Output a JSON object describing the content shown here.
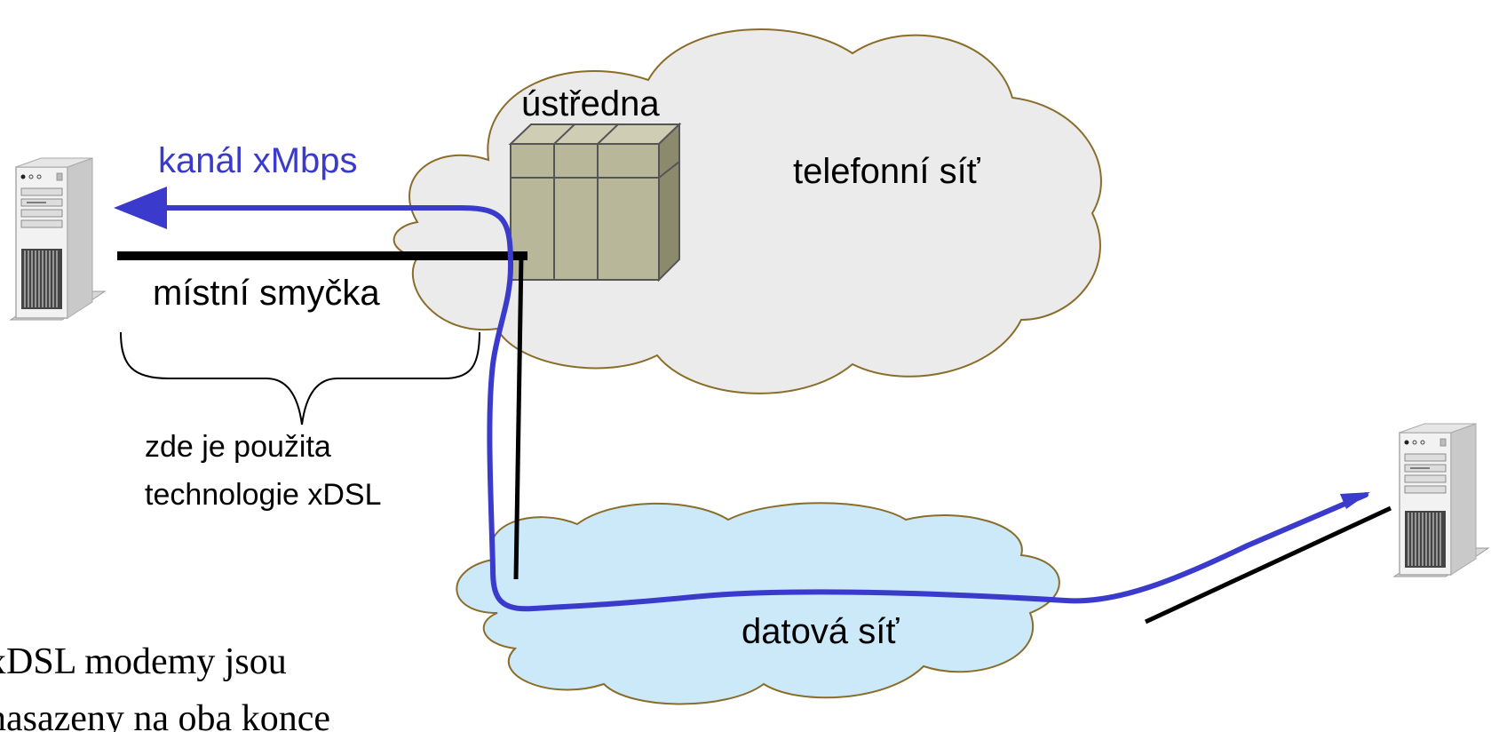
{
  "labels": {
    "exchange": "ústředna",
    "phone_network": "telefonní síť",
    "channel": "kanál xMbps",
    "local_loop": "místní smyčka",
    "data_network": "datová síť",
    "note_line1": "zde je použita",
    "note_line2": "technologie xDSL",
    "bottom_line1": "xDSL modemy jsou",
    "bottom_line2": "nasazeny na oba konce"
  },
  "icons": {
    "left_computer": "server-tower-icon",
    "right_computer": "server-tower-icon",
    "exchange": "telephone-exchange-icon",
    "phone_cloud": "cloud-icon",
    "data_cloud": "cloud-icon"
  },
  "colors": {
    "phone_cloud_fill": "#ebebeb",
    "data_cloud_fill": "#cce9fa",
    "cloud_stroke": "#8a6d2a",
    "channel_blue": "#3a3acc",
    "line_black": "#000000",
    "exchange_fill": "#b9b79a"
  }
}
